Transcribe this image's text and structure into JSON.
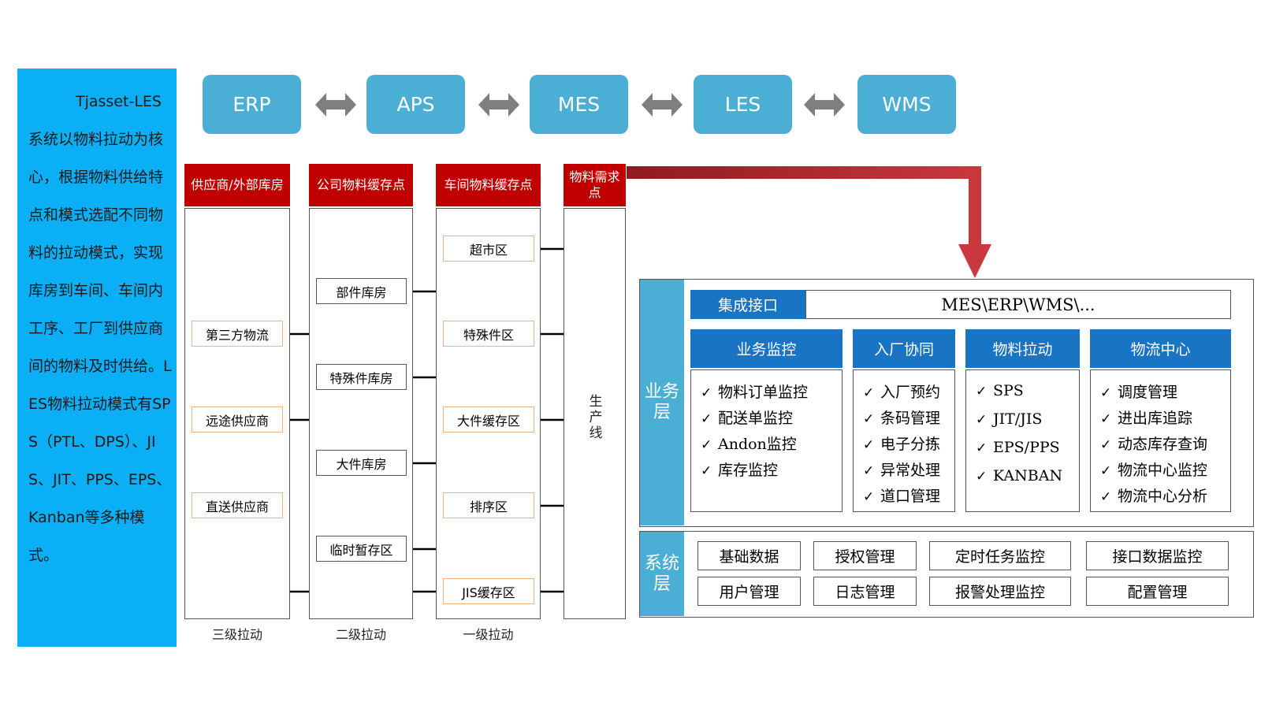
{
  "intro": {
    "text": "Tjasset-LES系统以物料拉动为核心，根据物料供给特点和模式选配不同物料的拉动模式，实现库房到车间、车间内工序、工厂到供应商间的物料及时供给。LES物料拉动模式有SPS（PTL、DPS）、JIS、JIT、PPS、EPS、Kanban等多种模式。"
  },
  "systems": [
    "ERP",
    "APS",
    "MES",
    "LES",
    "WMS"
  ],
  "columns": {
    "supplier": {
      "header": "供应商/外部库房",
      "items": [
        "第三方物流",
        "远途供应商",
        "直送供应商"
      ],
      "footer": "三级拉动"
    },
    "company": {
      "header": "公司物料缓存点",
      "items": [
        "部件库房",
        "特殊件库房",
        "大件库房",
        "临时暂存区"
      ],
      "footer": "二级拉动"
    },
    "workshop": {
      "header": "车间物料缓存点",
      "items": [
        "超市区",
        "特殊件区",
        "大件缓存区",
        "排序区",
        "JIS缓存区"
      ],
      "footer": "一级拉动"
    },
    "demand": {
      "header": "物料需求点",
      "production_line": "生产线"
    }
  },
  "platform": {
    "business_layer": {
      "label": "业务层",
      "integration": {
        "label": "集成接口",
        "value": "MES\\ERP\\WMS\\..."
      },
      "modules": [
        {
          "title": "业务监控",
          "items": [
            "物料订单监控",
            "配送单监控",
            "Andon监控",
            "库存监控"
          ]
        },
        {
          "title": "入厂协同",
          "items": [
            "入厂预约",
            "条码管理",
            "电子分拣",
            "异常处理",
            "道口管理"
          ]
        },
        {
          "title": "物料拉动",
          "items": [
            "SPS",
            "JIT/JIS",
            "EPS/PPS",
            "KANBAN"
          ]
        },
        {
          "title": "物流中心",
          "items": [
            "调度管理",
            "进出库追踪",
            "动态库存查询",
            "物流中心监控",
            "物流中心分析"
          ]
        }
      ]
    },
    "system_layer": {
      "label": "系统层",
      "items": [
        "基础数据",
        "授权管理",
        "定时任务监控",
        "接口数据监控",
        "用户管理",
        "日志管理",
        "报警处理监控",
        "配置管理"
      ]
    }
  },
  "colors": {
    "intro_bg": "#0AAFF6",
    "system_box": "#4BAED5",
    "column_header": "#C00000",
    "flow_arrow": "#C8383D",
    "module_header": "#1A74C4",
    "item_border": "#F4B183"
  }
}
